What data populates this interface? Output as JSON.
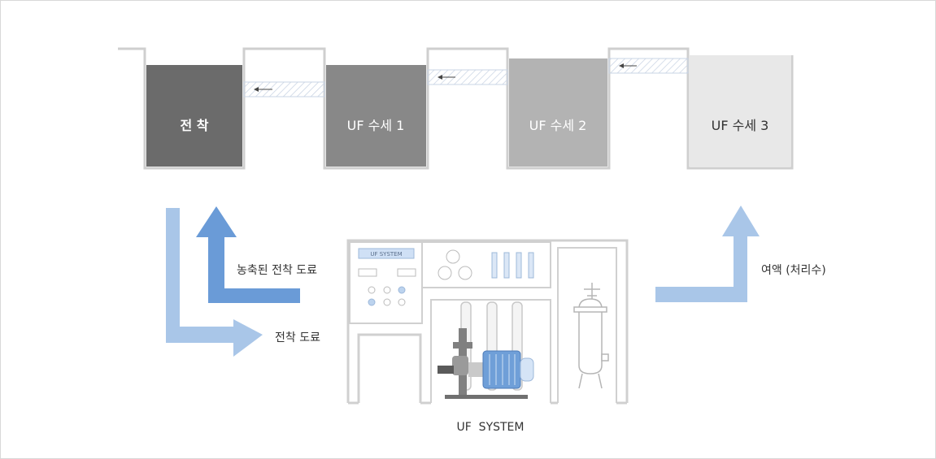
{
  "tanks": [
    {
      "label": "전 착",
      "fill": "#6b6b6b",
      "text_color": "#ffffff"
    },
    {
      "label": "UF 수세 1",
      "fill": "#888888",
      "text_color": "#ffffff"
    },
    {
      "label": "UF 수세 2",
      "fill": "#b3b3b3",
      "text_color": "#ffffff"
    },
    {
      "label": "UF 수세 3",
      "fill": "#e8e8e8",
      "text_color": "#333333"
    }
  ],
  "flow_labels": {
    "concentrated": "농축된 전착 도료",
    "paint": "전착 도료",
    "permeate": "여액 (처리수)"
  },
  "machine": {
    "panel_label": "UF SYSTEM",
    "caption": "UF  SYSTEM"
  },
  "colors": {
    "arrow_light": "#a9c6e8",
    "arrow_dark": "#6a9bd7",
    "outline": "#cfcfcf",
    "frame": "#d8d8d8"
  }
}
